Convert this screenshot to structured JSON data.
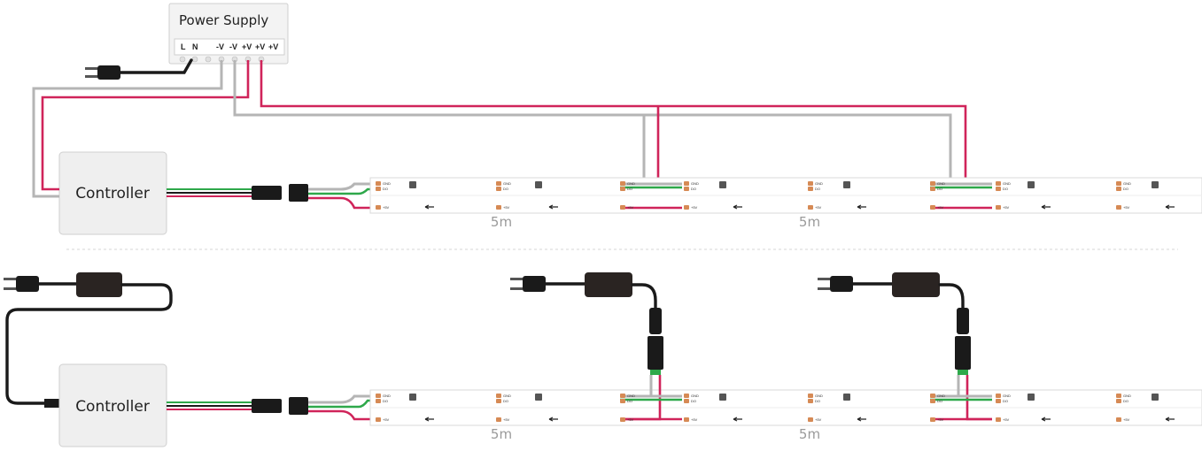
{
  "power_supply": {
    "title": "Power Supply",
    "terminals": [
      "L",
      "N",
      "-V",
      "-V",
      "+V",
      "+V",
      "+V"
    ]
  },
  "controllers": [
    {
      "label": "Controller"
    },
    {
      "label": "Controller"
    }
  ],
  "lengths": {
    "top": [
      "5m",
      "5m"
    ],
    "bottom": [
      "5m",
      "5m"
    ]
  },
  "strip_pad_labels": [
    "GND",
    "DO",
    "DI",
    "+5V"
  ],
  "colors": {
    "positive_wire": "#d0245a",
    "negative_wire": "#b5b5b5",
    "data_wire": "#2ea84a",
    "cable": "#1a1a1a",
    "pad": "#d68a55"
  }
}
